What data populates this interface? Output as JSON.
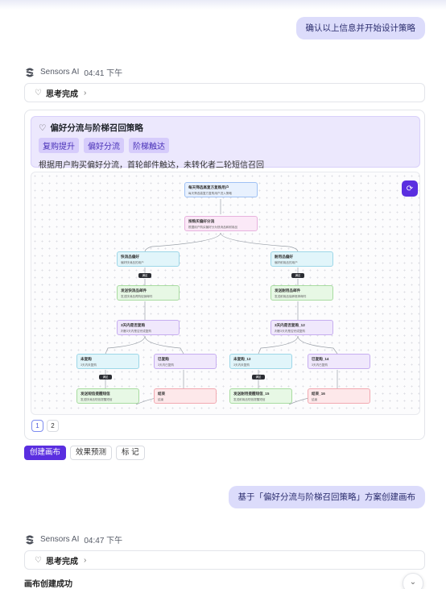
{
  "messages": {
    "user_1": "确认以上信息并开始设计策略",
    "user_2": "基于「偏好分流与阶梯召回策略」方案创建画布"
  },
  "ai_1": {
    "name": "Sensors AI",
    "time": "04:41 下午",
    "thinking": "思考完成"
  },
  "ai_2": {
    "name": "Sensors AI",
    "time": "04:47 下午",
    "thinking": "思考完成",
    "result": "画布创建成功"
  },
  "plan": {
    "title": "偏好分流与阶梯召回策略",
    "tags": [
      "复购提升",
      "偏好分流",
      "阶梯触达"
    ],
    "description": "根据用户购买偏好分流，首轮邮件触达，未转化者二轮短信召回"
  },
  "flow": {
    "root": {
      "title": "每天筛选高复方复购用户",
      "sub": "每天筛选高复方复购用户进入策略"
    },
    "split": {
      "title": "按购买偏好分流",
      "sub": "根据用户购买偏好分为快消品和耐用品"
    },
    "left_branch": {
      "segment": {
        "title": "快消品偏好",
        "sub": "偏好快消品的用户"
      },
      "pill": "满足",
      "email": {
        "title": "发送快消品邮件",
        "sub": "发送快消品再购促销邮件"
      },
      "wait": {
        "title": "3天内是否复购",
        "sub": "判断3天内是否完成复购"
      },
      "no": {
        "title": "未复购",
        "sub": "3天内未复购"
      },
      "yes": {
        "title": "已复购",
        "sub": "3天内已复购"
      },
      "pill2": "满足",
      "sms": {
        "title": "发送短信提醒短信",
        "sub": "发送快消品短信提醒短信"
      },
      "end": {
        "title": "结束",
        "sub": "结束"
      }
    },
    "right_branch": {
      "segment": {
        "title": "耐用品偏好",
        "sub": "偏好耐用品的用户"
      },
      "pill": "满足",
      "email": {
        "title": "发送耐用品邮件",
        "sub": "发送耐用品保养推荐邮件"
      },
      "wait": {
        "title": "3天内是否复购_12",
        "sub": "判断3天内是否完成复购"
      },
      "no": {
        "title": "未复购_13",
        "sub": "3天内未复购"
      },
      "yes": {
        "title": "已复购_14",
        "sub": "3天内已复购"
      },
      "pill2": "满足",
      "sms": {
        "title": "发送耐用提醒短信_15",
        "sub": "发送耐用品短信提醒短信"
      },
      "end": {
        "title": "结束_16",
        "sub": "结束"
      }
    }
  },
  "pager": [
    "1",
    "2"
  ],
  "actions": {
    "create": "创建画布",
    "predict": "效果预测",
    "mark": "标 记"
  },
  "icons": {
    "logo": "sensors-logo-icon",
    "bulb": "lightbulb-icon",
    "chevron": "chevron-right-icon",
    "fab": "refresh-icon",
    "scroll": "chevron-down-icon"
  },
  "colors": {
    "accent": "#5a2ee0",
    "user_bubble": "#dcdcfb",
    "plan_bg": "#ece8fd"
  }
}
